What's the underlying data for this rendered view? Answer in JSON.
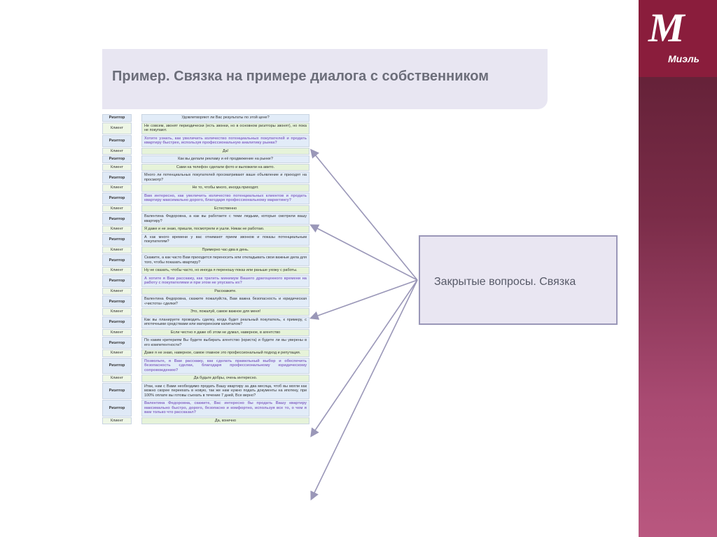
{
  "title": "Пример. Связка на примере диалога с собственником",
  "callout": "Закрытые вопросы. Связка",
  "logo": {
    "text": "Миэль",
    "mark": "M"
  },
  "colors": {
    "accent": "#8a1d3c",
    "highlight": "#8a6cc7",
    "box": "#e9e6f2",
    "arrow": "#9a97b8"
  },
  "dialog": [
    {
      "role": "Риэлтор",
      "text": "Удовлетворяют ли Вас результаты по этой цене?",
      "hl": false
    },
    {
      "role": "Клиент",
      "text": "Не совсем, звонят периодически (есть звонки, но в основном риэлторы звонят), но пока не покупают.",
      "hl": false
    },
    {
      "role": "Риэлтор",
      "text": "Хотите узнать, как увеличить количество потенциальных покупателей и продать квартиру быстрее, используя профессиональную аналитику рынка?",
      "hl": true
    },
    {
      "role": "Клиент",
      "text": "Да!",
      "hl": false
    },
    {
      "role": "Риэлтор",
      "text": "Как вы делали рекламу и её продвижение на рынке?",
      "hl": false
    },
    {
      "role": "Клиент",
      "text": "Сами на телефон сделали фото и выложили на авито.",
      "hl": false
    },
    {
      "role": "Риэлтор",
      "text": "Много ли потенциальных покупателей просматривают ваше объявление и приходят на просмотр?",
      "hl": false
    },
    {
      "role": "Клиент",
      "text": "Не то, чтобы много, иногда приходят.",
      "hl": false
    },
    {
      "role": "Риэлтор",
      "text": "Вам интересно, как увеличить количество потенциальных клиентов и продать квартиру максимально дорого, благодаря профессиональному маркетингу?",
      "hl": true
    },
    {
      "role": "Клиент",
      "text": "Естественно",
      "hl": false
    },
    {
      "role": "Риэлтор",
      "text": "Валентина Федоровна, а как вы работаете с теми людьми, которые смотрели вашу квартиру?",
      "hl": false
    },
    {
      "role": "Клиент",
      "text": "Я даже и не знаю, пришли, посмотрели и ушли. Никак не работаю.",
      "hl": false
    },
    {
      "role": "Риэлтор",
      "text": "А как много времени у вас отнимают прием звонков и показы потенциальным покупателям?",
      "hl": false
    },
    {
      "role": "Клиент",
      "text": "Примерно час-два в день.",
      "hl": false
    },
    {
      "role": "Риэлтор",
      "text": "Скажите, а как часто Вам приходится переносить или откладывать свои важные дела для того, чтобы показать квартиру?",
      "hl": false
    },
    {
      "role": "Клиент",
      "text": "Ну не сказать, чтобы часто, но иногда я переношу показ или раньше ухожу с работы.",
      "hl": false
    },
    {
      "role": "Риэлтор",
      "text": "А хотите я Вам расскажу, как тратить минимум Вашего драгоценного времени на работу с покупателями и при этом не упускать их?",
      "hl": true
    },
    {
      "role": "Клиент",
      "text": "Расскажите.",
      "hl": false
    },
    {
      "role": "Риэлтор",
      "text": "Валентина Федоровна, скажите пожалуйста, Вам важна безопасность и юридическая «чистота» сделки?",
      "hl": false
    },
    {
      "role": "Клиент",
      "text": "Это, пожалуй, самое важное для меня!",
      "hl": false
    },
    {
      "role": "Риэлтор",
      "text": "Как вы планируете проводить сделку, когда будет реальный покупатель, к примеру, с ипотечными средствами или материнским капиталом?",
      "hl": false
    },
    {
      "role": "Клиент",
      "text": "Если честно я даже об этом не думал, наверное, в агентство",
      "hl": false
    },
    {
      "role": "Риэлтор",
      "text": "По каким критериям Вы будете выбирать агентство (юриста) и будете ли вы уверены в его компетентности?",
      "hl": false
    },
    {
      "role": "Клиент",
      "text": "Даже я не знаю, наверное, самое главное это профессиональный подход и репутация.",
      "hl": false
    },
    {
      "role": "Риэлтор",
      "text": "Позвольте, я Вам расскажу, как сделать правильный выбор и обеспечить безопасность сделки, благодаря профессиональному юридическому сопровождению?",
      "hl": true
    },
    {
      "role": "Клиент",
      "text": "Да будьте добры, очень интересно.",
      "hl": false
    },
    {
      "role": "Риэлтор",
      "text": "Итак, нам с Вами необходимо продать Вашу квартиру за два месяца, чтоб вы могли как можно скорее переехать в новую, так же нам нужно подать документы на ипотеку, при 100% оплате вы готовы съехать в течение 7 дней, Все верно?",
      "hl": false
    },
    {
      "role": "Риэлтор",
      "text": "Валентина Федоровна, скажите, Вас интересно бы продать Вашу квартиру максимально быстро, дорого, безопасно и комфортно, используя все то, о чем я вам только что рассказал?",
      "hl": true
    },
    {
      "role": "Клиент",
      "text": "Да, конечно",
      "hl": false
    }
  ]
}
